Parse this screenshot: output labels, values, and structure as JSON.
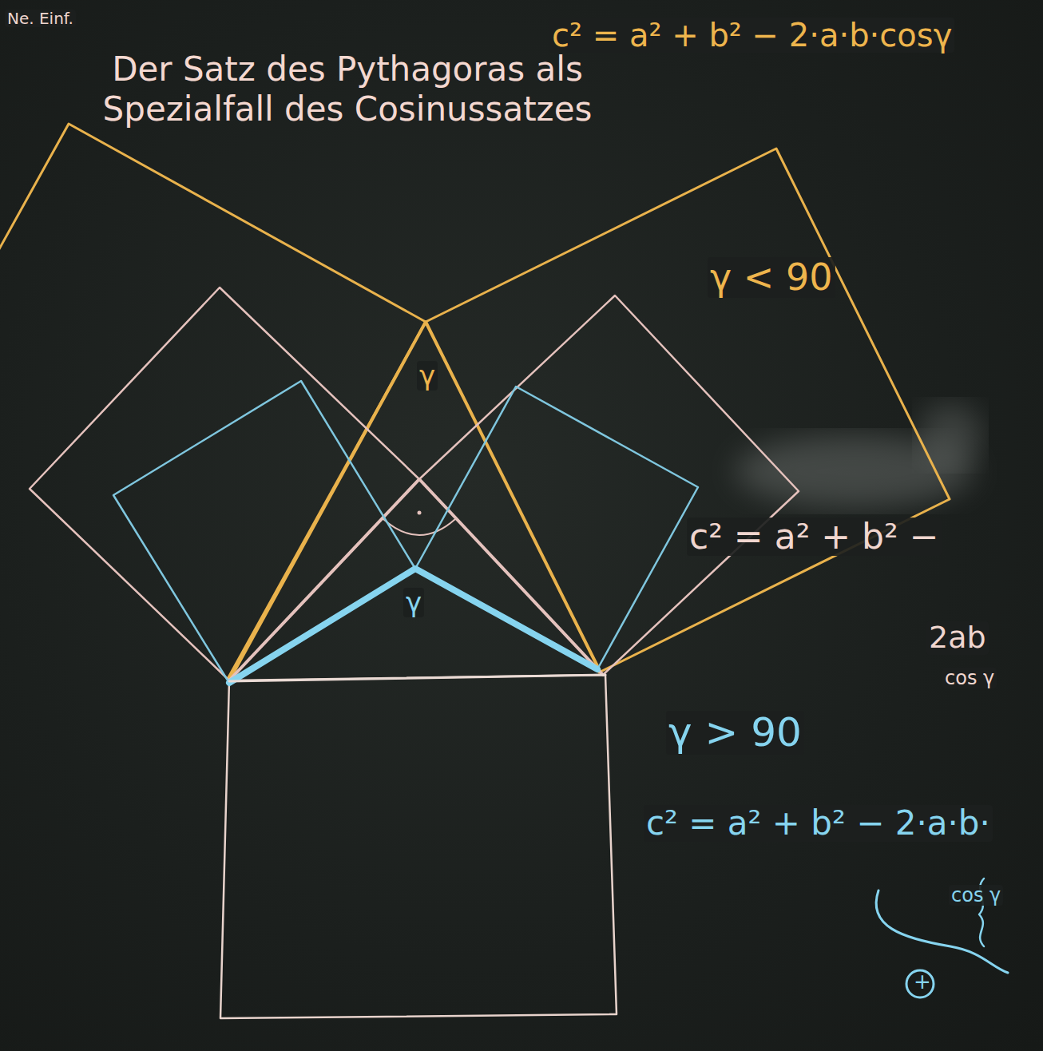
{
  "diagram": {
    "title": "Der Satz des Pythagoras als Spezialfall des Cosinussatzes",
    "labels": [
      "Ne. Einf.",
      "c² = a² + b² − 2·a·b·cosγ",
      "γ",
      "γ",
      "γ < 90",
      "c² = a² + b² −",
      "2ab",
      "cos γ",
      "γ > 90",
      "c² = a² + b² − 2·a·b·",
      "cos γ",
      "+"
    ]
  }
}
